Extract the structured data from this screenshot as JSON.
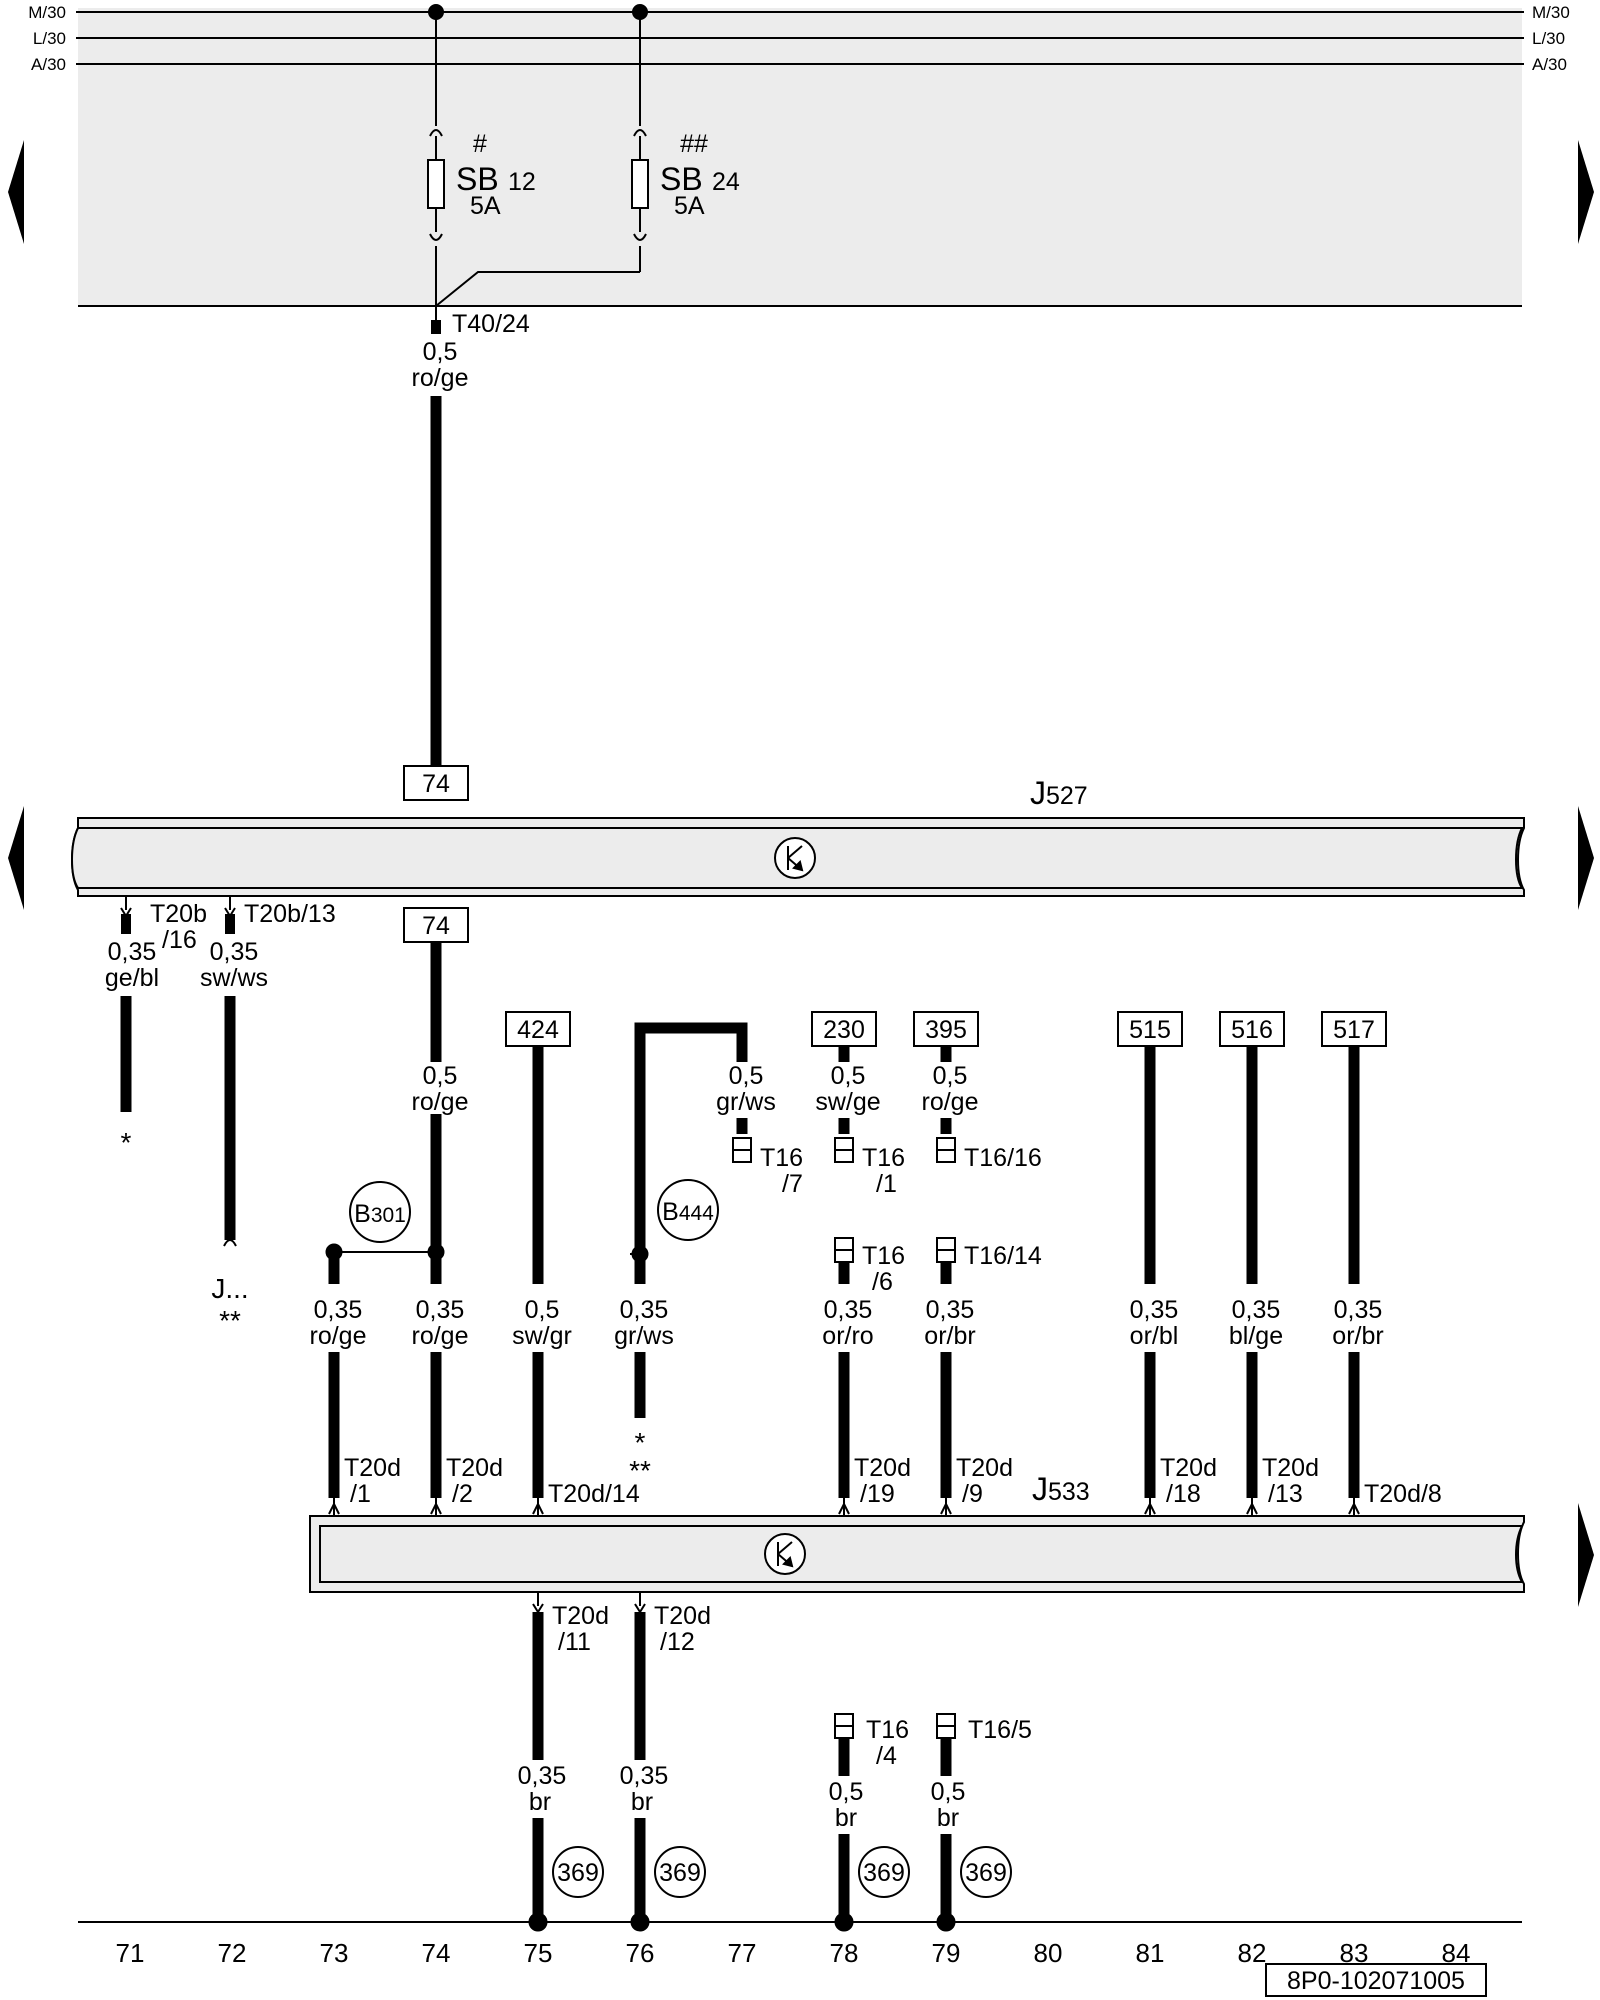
{
  "rails": {
    "left": [
      "M/30",
      "L/30",
      "A/30"
    ],
    "right": [
      "M/30",
      "L/30",
      "A/30"
    ]
  },
  "fuses": {
    "sb12": {
      "mark": "#",
      "name": "SB",
      "num": "12",
      "rating": "5A"
    },
    "sb24": {
      "mark": "##",
      "name": "SB",
      "num": "24",
      "rating": "5A"
    }
  },
  "connectors": {
    "t40_24": "T40/24",
    "t20b_16_a": "T20b",
    "t20b_16_b": "/16",
    "t20b_13": "T20b/13",
    "t16_7_a": "T16",
    "t16_7_b": "/7",
    "t16_1_a": "T16",
    "t16_1_b": "/1",
    "t16_16": "T16/16",
    "t16_6_a": "T16",
    "t16_6_b": "/6",
    "t16_14": "T16/14",
    "t20d_1_a": "T20d",
    "t20d_1_b": "/1",
    "t20d_2_a": "T20d",
    "t20d_2_b": "/2",
    "t20d_14": "T20d/14",
    "t20d_19_a": "T20d",
    "t20d_19_b": "/19",
    "t20d_9_a": "T20d",
    "t20d_9_b": "/9",
    "t20d_18_a": "T20d",
    "t20d_18_b": "/18",
    "t20d_13_a": "T20d",
    "t20d_13_b": "/13",
    "t20d_8": "T20d/8",
    "t20d_11_a": "T20d",
    "t20d_11_b": "/11",
    "t20d_12_a": "T20d",
    "t20d_12_b": "/12",
    "t16_4_a": "T16",
    "t16_4_b": "/4",
    "t16_5": "T16/5"
  },
  "wires": {
    "w_feed_size": "0,5",
    "w_feed_color": "ro/ge",
    "w71_size": "0,35",
    "w71_color": "ge/bl",
    "w72_size": "0,35",
    "w72_color": "sw/ws",
    "w74a_size": "0,5",
    "w74a_color": "ro/ge",
    "w77_size": "0,5",
    "w77_color": "gr/ws",
    "w78a_size": "0,5",
    "w78a_color": "sw/ge",
    "w79a_size": "0,5",
    "w79a_color": "ro/ge",
    "w73_size": "0,35",
    "w73_color": "ro/ge",
    "w74b_size": "0,35",
    "w74b_color": "ro/ge",
    "w75a_size": "0,5",
    "w75a_color": "sw/gr",
    "w76a_size": "0,35",
    "w76a_color": "gr/ws",
    "w78b_size": "0,35",
    "w78b_color": "or/ro",
    "w79b_size": "0,35",
    "w79b_color": "or/br",
    "w81_size": "0,35",
    "w81_color": "or/bl",
    "w82_size": "0,35",
    "w82_color": "bl/ge",
    "w83_size": "0,35",
    "w83_color": "or/br",
    "w75b_size": "0,35",
    "w75b_color": "br",
    "w76b_size": "0,35",
    "w76b_color": "br",
    "w78c_size": "0,5",
    "w78c_color": "br",
    "w79c_size": "0,5",
    "w79c_color": "br"
  },
  "refs": {
    "r74_top": "74",
    "r74_bot": "74",
    "r424": "424",
    "r230": "230",
    "r395": "395",
    "r515": "515",
    "r516": "516",
    "r517": "517"
  },
  "components": {
    "j527_main": "J",
    "j527_sub": "527",
    "j533_main": "J",
    "j533_sub": "533",
    "b301_main": "B",
    "b301_sub": "301",
    "b444_main": "B",
    "b444_sub": "444",
    "j_dots": "J...",
    "note_star": "*",
    "note_star_72": "**",
    "note_star_76a": "*",
    "note_star_76b": "**"
  },
  "grounds": [
    "369",
    "369",
    "369",
    "369"
  ],
  "columns": [
    "71",
    "72",
    "73",
    "74",
    "75",
    "76",
    "77",
    "78",
    "79",
    "80",
    "81",
    "82",
    "83",
    "84"
  ],
  "diagram_code": "8P0-102071005"
}
